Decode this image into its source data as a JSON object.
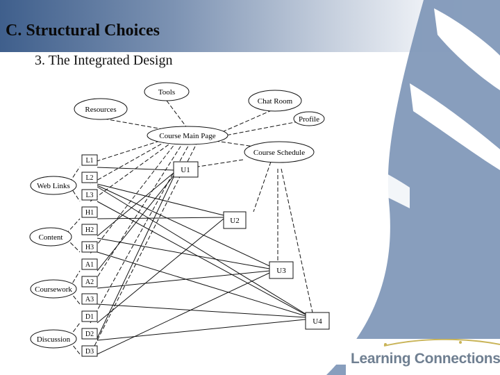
{
  "slide": {
    "title": "C. Structural Choices",
    "subtitle": "3.  The Integrated Design"
  },
  "branding": {
    "text": "Learning Connections",
    "text_color": "#6f7f91",
    "swoosh_color": "#c9b458"
  },
  "colors": {
    "header_dark": "#3f5f8c",
    "decor_blue": "#7b93b6"
  },
  "diagram": {
    "top_nodes": [
      {
        "id": "tools",
        "label": "Tools"
      },
      {
        "id": "resources",
        "label": "Resources"
      },
      {
        "id": "chat",
        "label": "Chat Room"
      },
      {
        "id": "profile",
        "label": "Profile"
      },
      {
        "id": "main",
        "label": "Course Main Page"
      },
      {
        "id": "schedule",
        "label": "Course Schedule"
      }
    ],
    "categories": [
      {
        "id": "weblinks",
        "label": "Web Links"
      },
      {
        "id": "content",
        "label": "Content"
      },
      {
        "id": "coursework",
        "label": "Coursework"
      },
      {
        "id": "discussion",
        "label": "Discussion"
      }
    ],
    "items": [
      {
        "id": "L1",
        "label": "L1"
      },
      {
        "id": "L2",
        "label": "L2"
      },
      {
        "id": "L3",
        "label": "L3"
      },
      {
        "id": "H1",
        "label": "H1"
      },
      {
        "id": "H2",
        "label": "H2"
      },
      {
        "id": "H3",
        "label": "H3"
      },
      {
        "id": "A1",
        "label": "A1"
      },
      {
        "id": "A2",
        "label": "A2"
      },
      {
        "id": "A3",
        "label": "A3"
      },
      {
        "id": "D1",
        "label": "D1"
      },
      {
        "id": "D2",
        "label": "D2"
      },
      {
        "id": "D3",
        "label": "D3"
      }
    ],
    "units": [
      {
        "id": "U1",
        "label": "U1"
      },
      {
        "id": "U2",
        "label": "U2"
      },
      {
        "id": "U3",
        "label": "U3"
      },
      {
        "id": "U4",
        "label": "U4"
      }
    ]
  }
}
